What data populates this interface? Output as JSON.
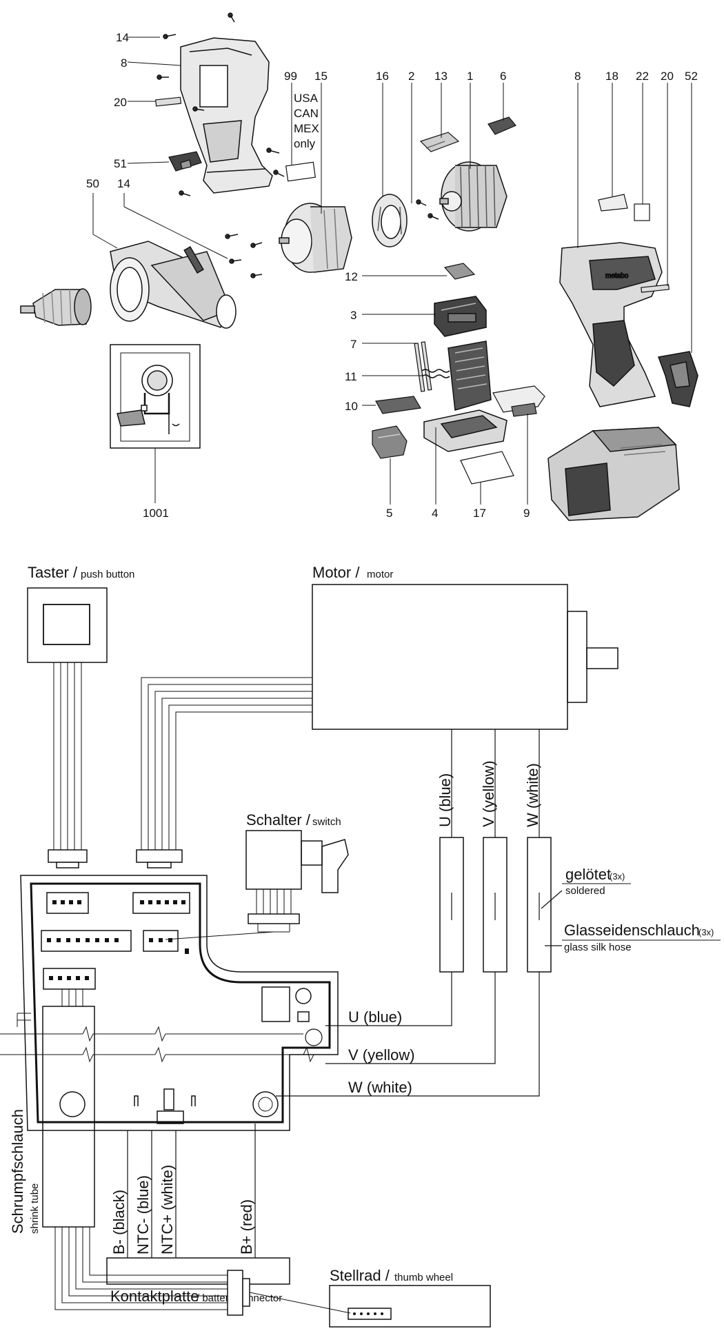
{
  "exploded_view": {
    "part_numbers": {
      "p14a": "14",
      "p8a": "8",
      "p20a": "20",
      "p51": "51",
      "p50": "50",
      "p14b": "14",
      "p99": "99",
      "p15": "15",
      "p16": "16",
      "p2": "2",
      "p13": "13",
      "p1": "1",
      "p6": "6",
      "p8b": "8",
      "p18": "18",
      "p22": "22",
      "p20b": "20",
      "p52": "52",
      "p12": "12",
      "p3": "3",
      "p7": "7",
      "p11": "11",
      "p10": "10",
      "p5": "5",
      "p4": "4",
      "p17": "17",
      "p9": "9",
      "p1001": "1001"
    },
    "region_note": [
      "USA",
      "CAN",
      "MEX",
      "only"
    ],
    "brand_text": "metabo"
  },
  "wiring": {
    "push_button": {
      "de": "Taster /",
      "en": "push button"
    },
    "motor": {
      "de": "Motor /",
      "en": "motor"
    },
    "switch": {
      "de": "Schalter /",
      "en": "switch"
    },
    "phase_u_vertical": "U (blue)",
    "phase_v_vertical": "V (yellow)",
    "phase_w_vertical": "W (white)",
    "soldered": {
      "de": "gelötet",
      "count": "(3x)",
      "en": "soldered"
    },
    "glass_silk_hose": {
      "de": "Glasseidenschlauch",
      "count": "(3x)",
      "en": "glass silk hose"
    },
    "phase_u": "U (blue)",
    "phase_v": "V (yellow)",
    "phase_w": "W (white)",
    "shrink_tube": {
      "de": "Schrumpfschlauch",
      "en": "shrink tube"
    },
    "b_minus": "B- (black)",
    "ntc_minus": "NTC- (blue)",
    "ntc_plus": "NTC+ (white)",
    "b_plus": "B+ (red)",
    "battery_connector": {
      "de": "Kontaktplatte",
      "en": "/ battery connector"
    },
    "thumb_wheel": {
      "de": "Stellrad /",
      "en": "thumb wheel"
    }
  }
}
